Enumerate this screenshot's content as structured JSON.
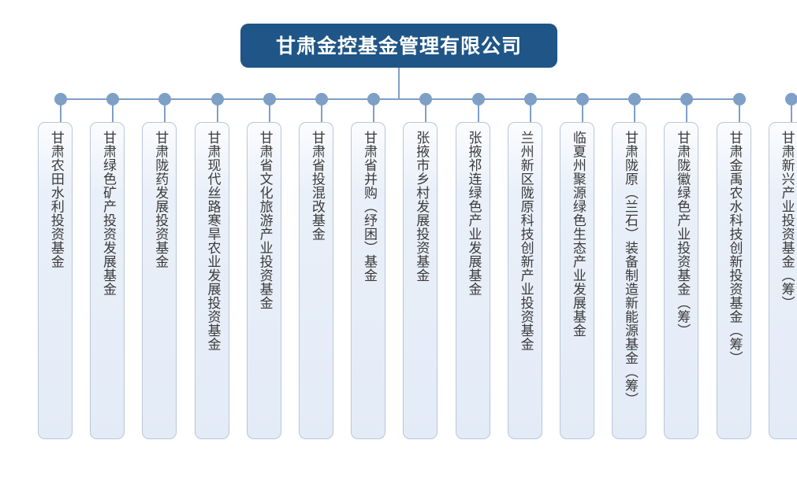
{
  "chart": {
    "type": "org-chart",
    "orientation": "vertical-text-children",
    "root": {
      "label": "甘肃金控基金管理有限公司",
      "color": "#1f5587",
      "text_color": "#ffffff"
    },
    "connector_color": "#7e9fc6",
    "node_fill": "#e6edf8",
    "node_border": "#b9c6d8",
    "node_text_color": "#3a3a3a",
    "children": [
      {
        "label": "甘肃农田水利投资基金"
      },
      {
        "label": "甘肃绿色矿产投资发展基金"
      },
      {
        "label": "甘肃陇药发展投资基金"
      },
      {
        "label": "甘肃现代丝路寒旱农业发展投资基金"
      },
      {
        "label": "甘肃省文化旅游产业投资基金"
      },
      {
        "label": "甘肃省投混改基金"
      },
      {
        "label": "甘肃省并购（纾困）基金"
      },
      {
        "label": "张掖市乡村发展投资基金"
      },
      {
        "label": "张掖祁连绿色产业发展基金"
      },
      {
        "label": "兰州新区陇原科技创新产业投资基金"
      },
      {
        "label": "临夏州聚源绿色生态产业发展基金"
      },
      {
        "label": "甘肃陇原（兰石）装备制造新能源基金（筹）"
      },
      {
        "label": "甘肃陇徽绿色产业投资基金（筹）"
      },
      {
        "label": "甘肃金禹农水科技创新投资基金（筹）"
      },
      {
        "label": "甘肃新兴产业投资基金（筹）"
      }
    ]
  }
}
